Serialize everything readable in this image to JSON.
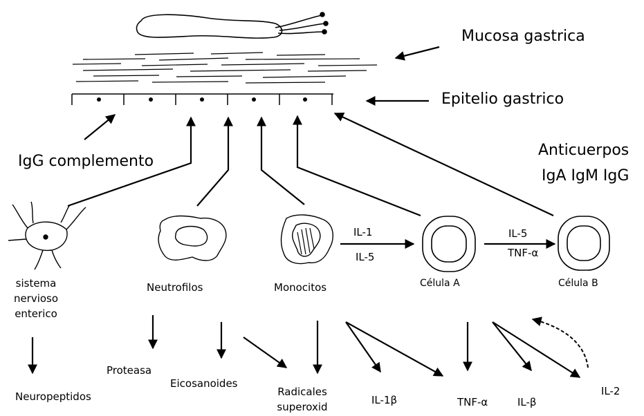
{
  "colors": {
    "ink": "#000000",
    "background": "#ffffff"
  },
  "labels": {
    "mucosa": "Mucosa gastrica",
    "epitelio": "Epitelio gastrico",
    "igg_complemento": "IgG complemento",
    "anticuerpos_line1": "Anticuerpos",
    "anticuerpos_line2": "IgA IgM IgG",
    "sistema_line1": "sistema",
    "sistema_line2": "nervioso",
    "sistema_line3": "enterico",
    "neutrofilos": "Neutrofilos",
    "monocitos": "Monocitos",
    "celula_a": "Célula A",
    "celula_b": "Célula B",
    "il1_mono": "IL-1",
    "il5_mono": "IL-5",
    "il5_cela": "IL-5",
    "tnfa_cela": "TNF-α",
    "neuropeptidos": "Neuropeptidos",
    "proteasa": "Proteasa",
    "eicosanoides": "Eicosanoides",
    "radicales_line1": "Radicales",
    "radicales_line2": "superoxid",
    "il1b": "IL-1β",
    "tnfa_bottom": "TNF-α",
    "ilb": "IL-β",
    "il2": "IL-2"
  }
}
